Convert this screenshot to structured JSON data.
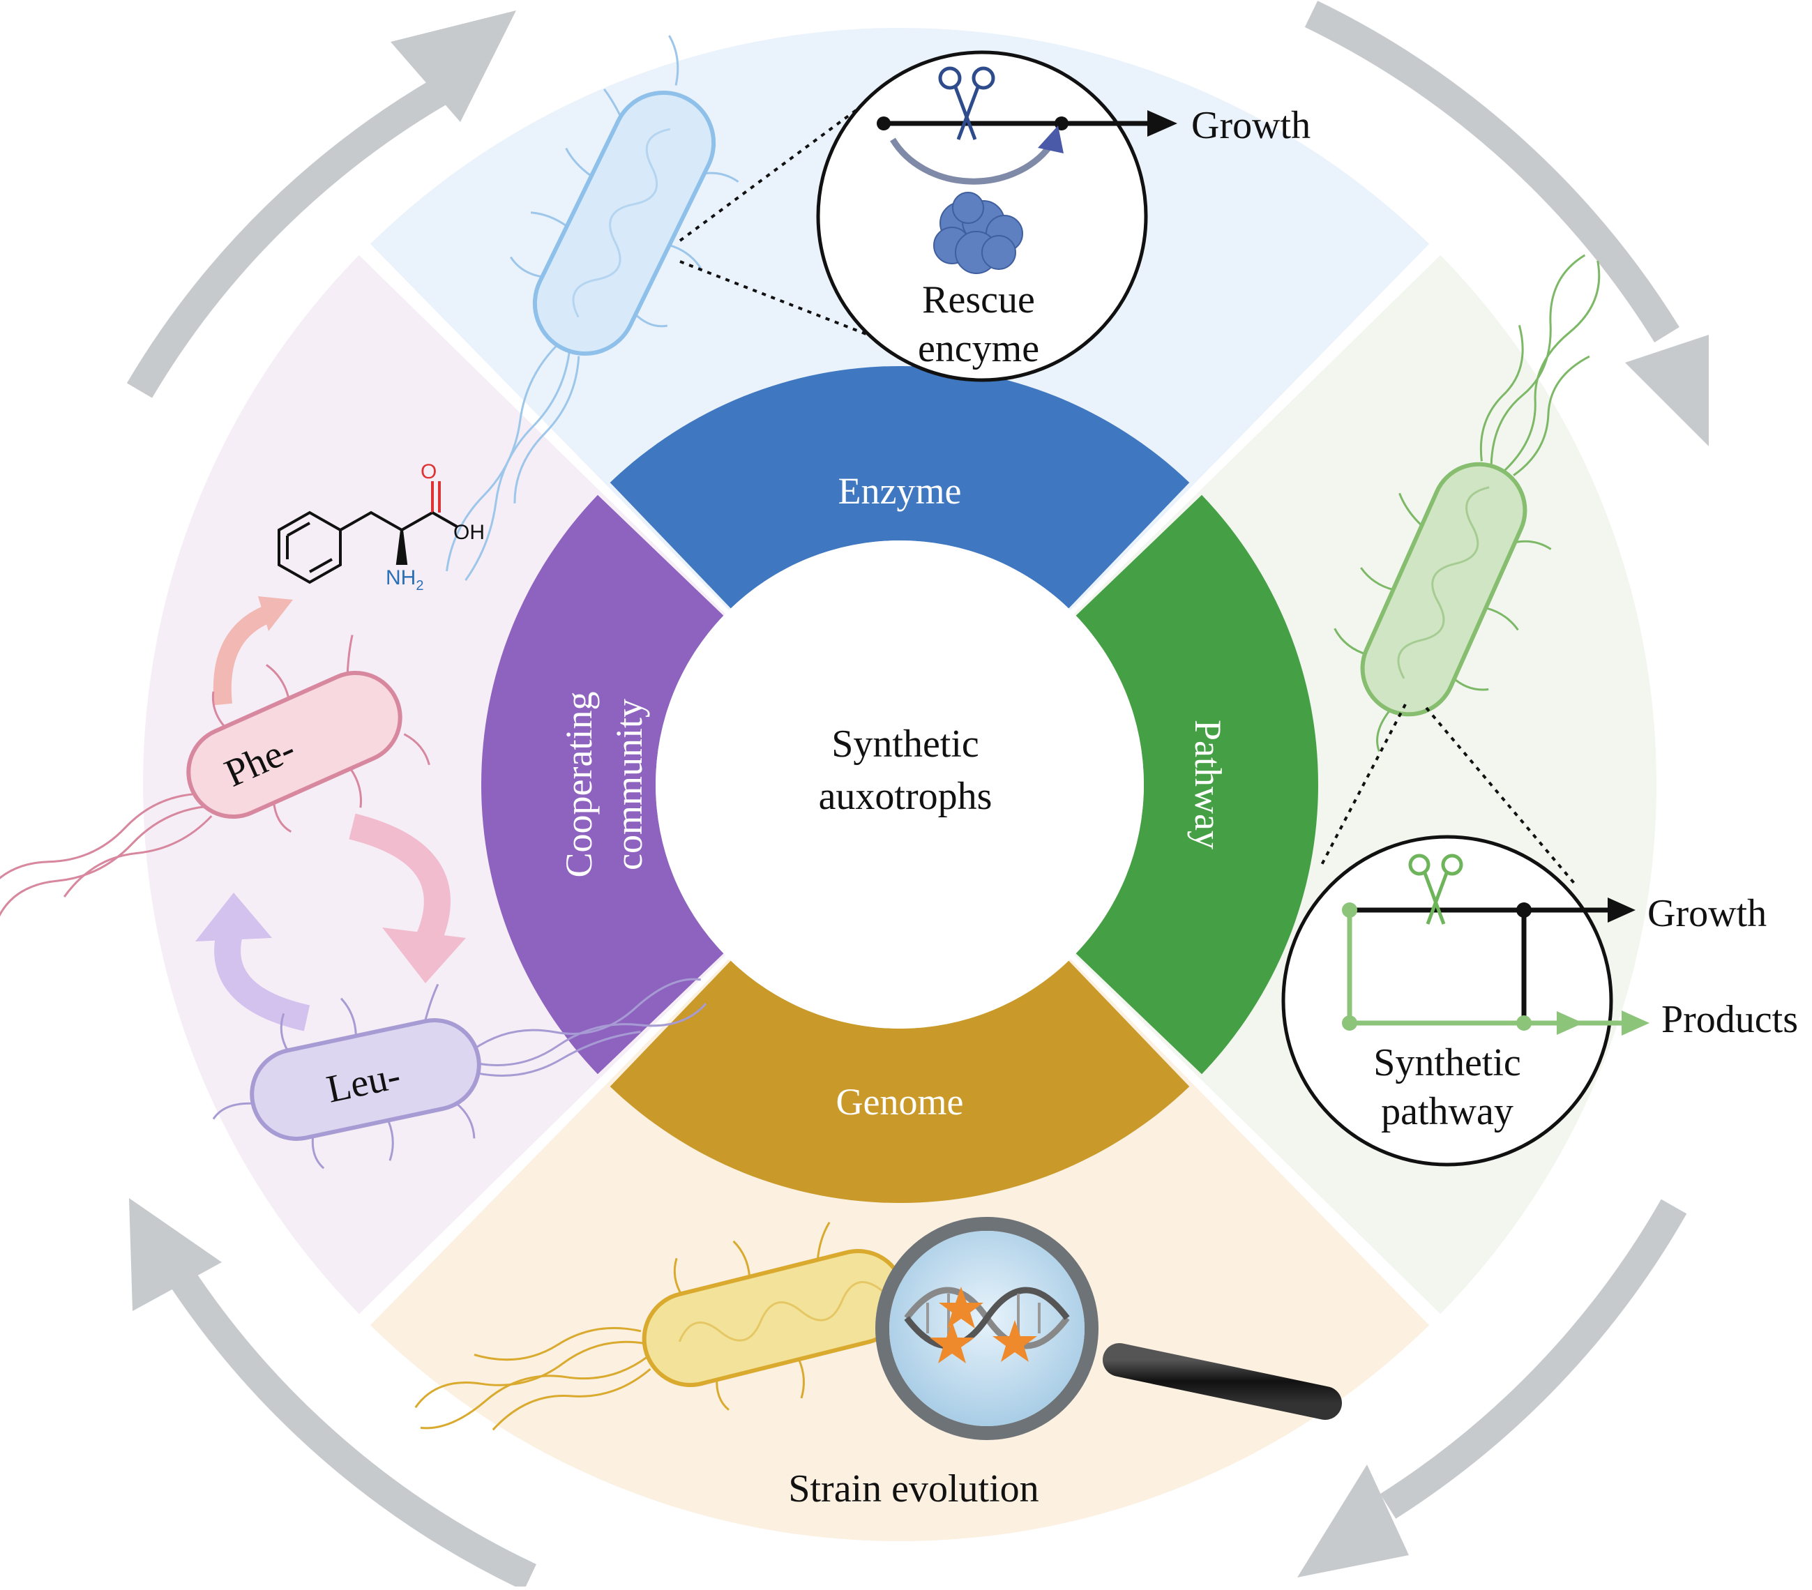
{
  "center": {
    "line1": "Synthetic",
    "line2": "auxotrophs"
  },
  "ring": {
    "enzyme": "Enzyme",
    "pathway": "Pathway",
    "genome": "Genome",
    "community_line1": "Cooperating",
    "community_line2": "community"
  },
  "enzyme_panel": {
    "growth": "Growth",
    "rescue_line1": "Rescue",
    "rescue_line2": "encyme"
  },
  "pathway_panel": {
    "growth": "Growth",
    "products": "Products",
    "label_line1": "Synthetic",
    "label_line2": "pathway"
  },
  "genome_panel": {
    "label": "Strain evolution"
  },
  "community_panel": {
    "phe": "Phe-",
    "leu": "Leu-",
    "molecule": {
      "o": "O",
      "oh": "OH",
      "nh": "NH",
      "sub": "2"
    }
  },
  "colors": {
    "enzyme": "#3f77c1",
    "pathway": "#45a045",
    "genome": "#c99a29",
    "community": "#8e63c0",
    "enzyme_bg": "#eaf2fb",
    "pathway_bg": "#f2f6ef",
    "genome_bg": "#fcf0e1",
    "community_bg": "#f6eef6",
    "arrows": "#c7cacd"
  }
}
